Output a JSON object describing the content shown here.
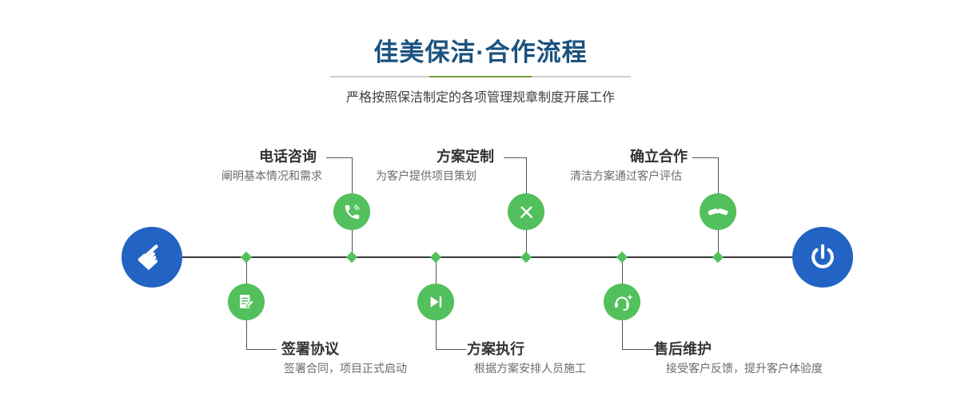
{
  "header": {
    "title": "佳美保洁·合作流程",
    "subtitle": "严格按照保洁制定的各项管理规章制度开展工作"
  },
  "icons": {
    "pointing_hand_glyph": "☛"
  },
  "steps": {
    "top": [
      {
        "title": "电话咨询",
        "desc": "阐明基本情况和需求",
        "icon": "phone-icon"
      },
      {
        "title": "方案定制",
        "desc": "为客户提供项目策划",
        "icon": "design-icon"
      },
      {
        "title": "确立合作",
        "desc": "清洁方案通过客户评估",
        "icon": "handshake-icon"
      }
    ],
    "bottom": [
      {
        "title": "签署协议",
        "desc": "签署合同，项目正式启动",
        "icon": "document-icon"
      },
      {
        "title": "方案执行",
        "desc": "根据方案安排人员施工",
        "icon": "play-icon"
      },
      {
        "title": "售后维护",
        "desc": "接受客户反馈，提升客户体验度",
        "icon": "headset-icon"
      }
    ]
  },
  "colors": {
    "primary_blue": "#2263c4",
    "accent_green": "#52c05c",
    "title_navy": "#1a527f",
    "divider_green": "#6fa03c",
    "line_dark": "#383838"
  }
}
